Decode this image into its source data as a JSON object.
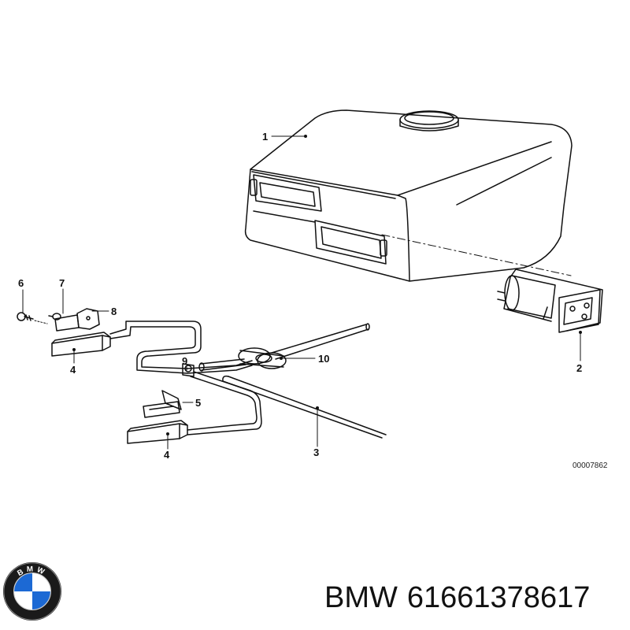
{
  "diagram": {
    "callouts": [
      "1",
      "2",
      "3",
      "4",
      "4",
      "5",
      "6",
      "7",
      "8",
      "9",
      "10"
    ],
    "figure_code": "00007862"
  },
  "footer": {
    "brand": "BMW",
    "part_number": "61661378617",
    "logo_text": "BMW"
  },
  "colors": {
    "line": "#111111",
    "logo_blue": "#1c69d4",
    "logo_ring": "#1a1a1a"
  }
}
